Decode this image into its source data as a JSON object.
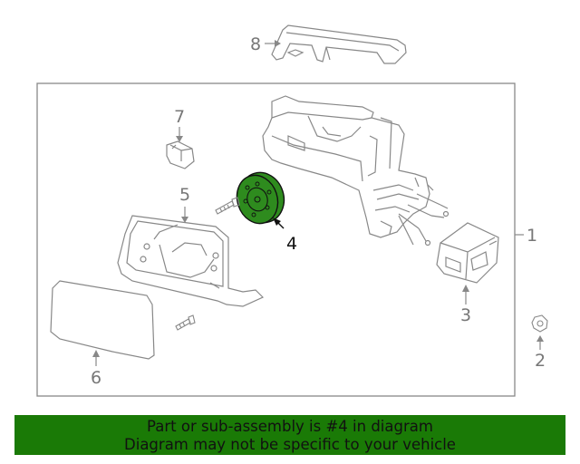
{
  "callouts": {
    "n1": "1",
    "n2": "2",
    "n3": "3",
    "n4": "4",
    "n5": "5",
    "n6": "6",
    "n7": "7",
    "n8": "8"
  },
  "highlighted_part": "4",
  "colors": {
    "highlight_fill": "#2e8b1e",
    "banner_bg": "#1a7a06",
    "line_gray": "#888888",
    "label_gray": "#777777",
    "label_black": "#111111"
  },
  "banner": {
    "line1": "Part or sub-assembly is #4 in diagram",
    "line2": "Diagram may not be specific to your vehicle"
  }
}
